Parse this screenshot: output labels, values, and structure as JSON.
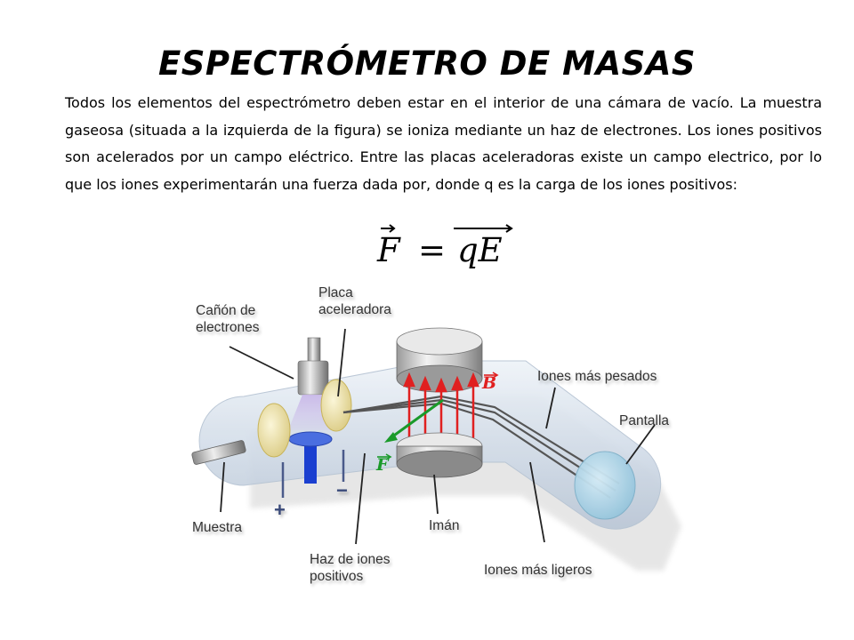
{
  "title": "ESPECTRÓMETRO DE MASAS",
  "paragraph": "Todos los elementos del espectrómetro deben estar en el interior de una cámara de vacío. La muestra gaseosa (situada a la izquierda de la figura) se ioniza mediante un haz de electrones. Los iones positivos son acelerados por un campo eléctrico. Entre las placas aceleradoras existe un campo electrico, por lo que los iones experimentarán una fuerza dada por, donde q es la carga de los iones positivos:",
  "formula": {
    "lhs": "F",
    "equals": "=",
    "rhs": "qE"
  },
  "diagram": {
    "labels": {
      "canon_line1": "Cañón de",
      "canon_line2": "electrones",
      "placa_line1": "Placa",
      "placa_line2": "aceleradora",
      "iones_pesados": "Iones más pesados",
      "pantalla": "Pantalla",
      "muestra": "Muestra",
      "haz_line1": "Haz de iones",
      "haz_line2": "positivos",
      "iman": "Imán",
      "iones_ligeros": "Iones más ligeros",
      "plus": "+",
      "minus": "−",
      "b_vector": "B",
      "f_vector": "F"
    },
    "colors": {
      "field_arrow": "#e02020",
      "force_arrow": "#1a9a2a",
      "ion_beam": "#1a3fd0",
      "tube": "#d5dfea",
      "plate": "#efe6a8"
    }
  }
}
